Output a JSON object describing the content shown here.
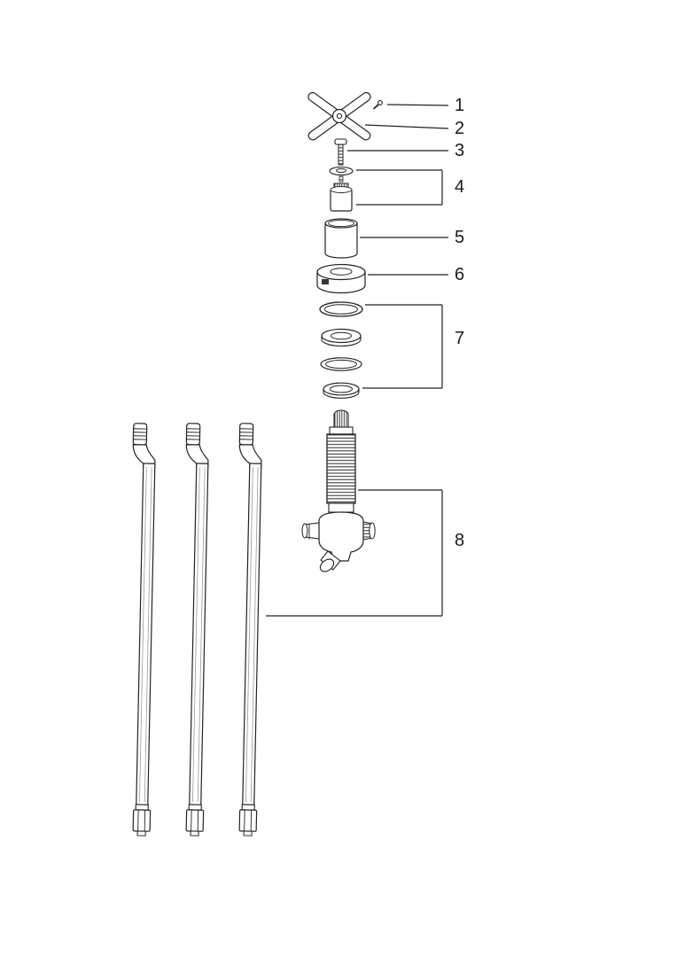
{
  "page": {
    "background": "#ffffff",
    "line_color": "#222222"
  },
  "callouts": [
    {
      "label": "1"
    },
    {
      "label": "2"
    },
    {
      "label": "3"
    },
    {
      "label": "4"
    },
    {
      "label": "5"
    },
    {
      "label": "6"
    },
    {
      "label": "7"
    },
    {
      "label": "8"
    }
  ]
}
